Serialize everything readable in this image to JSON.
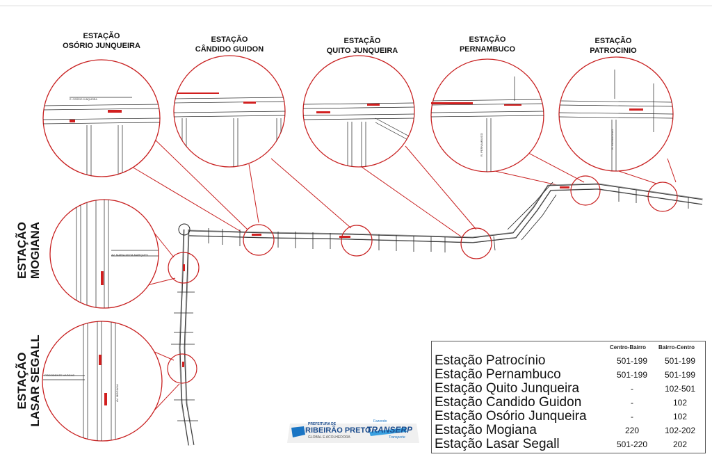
{
  "stations_top": [
    {
      "line1": "ESTAÇÃO",
      "line2": "OSÓRIO JUNQUEIRA"
    },
    {
      "line1": "ESTAÇÃO",
      "line2": "CÂNDIDO GUIDON"
    },
    {
      "line1": "ESTAÇÃO",
      "line2": "QUITO JUNQUEIRA"
    },
    {
      "line1": "ESTAÇÃO",
      "line2": "PERNAMBUCO"
    },
    {
      "line1": "ESTAÇÃO",
      "line2": "PATROCINIO"
    }
  ],
  "stations_side": [
    {
      "line1": "ESTAÇÃO",
      "line2": "MOGIANA"
    },
    {
      "line1": "ESTAÇÃO",
      "line2": "LASAR SEGALL"
    }
  ],
  "street_labels": [
    "AV. MARIA MOTA MARQUES",
    "R. OSÓRIO JUNQUEIRA",
    "PRESIDENTE VARGAS",
    "AV. MOGIANA",
    "R. PERNAMBUCO",
    "R. PATROCINIO"
  ],
  "legend": {
    "col1_header": "Centro-Bairro",
    "col2_header": "Bairro-Centro",
    "rows": [
      {
        "name": "Estação Patrocínio",
        "centro_bairro": "501-199",
        "bairro_centro": "501-199"
      },
      {
        "name": "Estação Pernambuco",
        "centro_bairro": "501-199",
        "bairro_centro": "501-199"
      },
      {
        "name": "Estação Quito Junqueira",
        "centro_bairro": "-",
        "bairro_centro": "102-501"
      },
      {
        "name": "Estação Candido Guidon",
        "centro_bairro": "-",
        "bairro_centro": "102"
      },
      {
        "name": "Estação Osório Junqueira",
        "centro_bairro": "-",
        "bairro_centro": "102"
      },
      {
        "name": "Estação Mogiana",
        "centro_bairro": "220",
        "bairro_centro": "102-202"
      },
      {
        "name": "Estação Lasar Segall",
        "centro_bairro": "501-220",
        "bairro_centro": "202"
      }
    ]
  },
  "logos": {
    "prefeitura_small": "PREFEITURA DE",
    "prefeitura_name": "RIBEIRÃO PRETO",
    "prefeitura_sub": "GLOBAL E ACOLHEDORA",
    "transerp_small": "Fazendo",
    "transerp_name": "TRANSERP",
    "transerp_sub": "Transporte"
  },
  "colors": {
    "highlight": "#d11f1f",
    "callout": "#c82020",
    "road": "#222222",
    "brand_blue": "#1a4b8c"
  }
}
